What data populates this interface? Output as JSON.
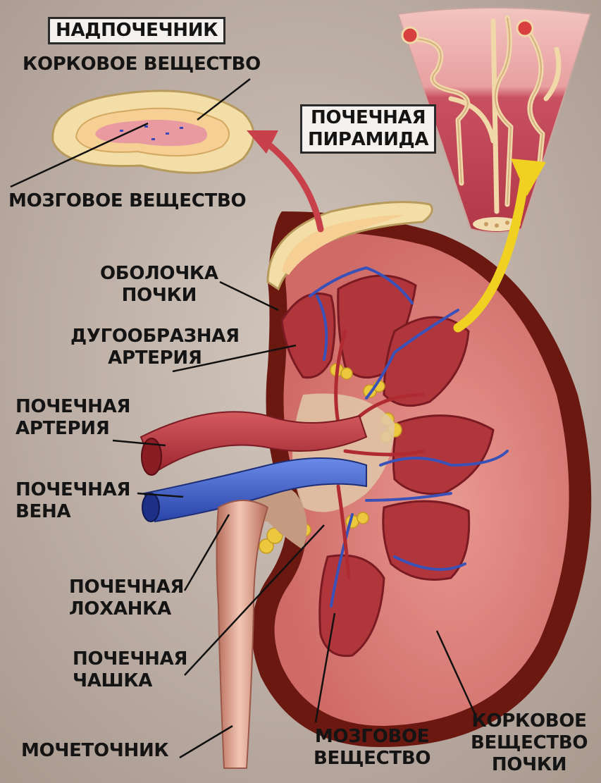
{
  "labels": {
    "adrenal": "НАДПОЧЕЧНИК",
    "adrenal_cortex": "КОРКОВОЕ ВЕЩЕСТВО",
    "adrenal_medulla": "МОЗГОВОЕ ВЕЩЕСТВО",
    "renal_pyramid": "ПОЧЕЧНАЯ\nПИРАМИДА",
    "renal_capsule": "ОБОЛОЧКА\nПОЧКИ",
    "arcuate_artery": "ДУГООБРАЗНАЯ\nАРТЕРИЯ",
    "renal_artery": "ПОЧЕЧНАЯ\nАРТЕРИЯ",
    "renal_vein": "ПОЧЕЧНАЯ\nВЕНА",
    "renal_pelvis": "ПОЧЕЧНАЯ\nЛОХАНКА",
    "renal_calyx": "ПОЧЕЧНАЯ\nЧАШКА",
    "ureter": "МОЧЕТОЧНИК",
    "renal_medulla": "МОЗГОВОЕ\nВЕЩЕСТВО",
    "renal_cortex": "КОРКОВОЕ\nВЕЩЕСТВО\nПОЧКИ"
  },
  "colors": {
    "background": "#c4b6ab",
    "kidney_capsule": "#7a1c14",
    "cortex": "#d88078",
    "pyramid": "#b83a3e",
    "artery": "#c03a40",
    "vein": "#4a6ad0",
    "fat": "#e8c840",
    "adrenal": "#f0dca0",
    "ureter": "#e0a890",
    "label_box": "#f4f1ee",
    "arrow_red": "#c8404a",
    "arrow_yellow": "#f0d020"
  }
}
